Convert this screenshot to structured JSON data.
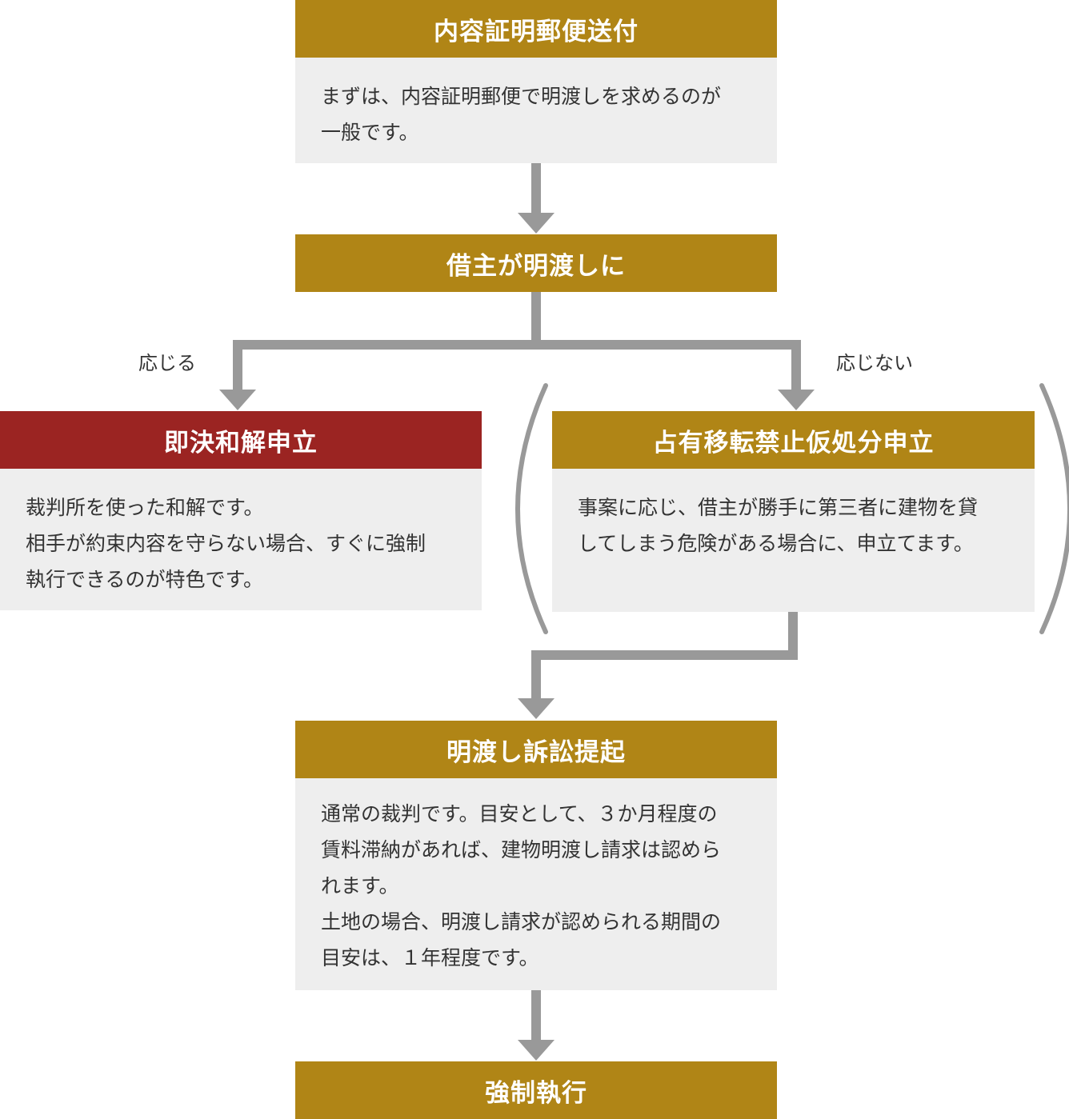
{
  "colors": {
    "gold": "#b08516",
    "red": "#9b2422",
    "box": "#eeeeee",
    "arrow": "#999999",
    "text": "#333333"
  },
  "step1": {
    "title": "内容証明郵便送付",
    "body": [
      "まずは、内容証明郵便で明渡しを求めるのが",
      "一般です。"
    ]
  },
  "step2": {
    "title": "借主が明渡しに"
  },
  "branch": {
    "yes_label": "応じる",
    "no_label": "応じない"
  },
  "settlement": {
    "title": "即決和解申立",
    "body": [
      "裁判所を使った和解です。",
      "相手が約束内容を守らない場合、すぐに強制",
      "執行できるのが特色です。"
    ]
  },
  "injunction": {
    "title": "占有移転禁止仮処分申立",
    "body": [
      "事案に応じ、借主が勝手に第三者に建物を貸",
      "してしまう危険がある場合に、申立てます。"
    ]
  },
  "lawsuit": {
    "title": "明渡し訴訟提起",
    "body": [
      "通常の裁判です。目安として、３か月程度の",
      "賃料滞納があれば、建物明渡し請求は認めら",
      "れます。",
      "土地の場合、明渡し請求が認められる期間の",
      "目安は、１年程度です。"
    ]
  },
  "enforcement": {
    "title": "強制執行"
  }
}
